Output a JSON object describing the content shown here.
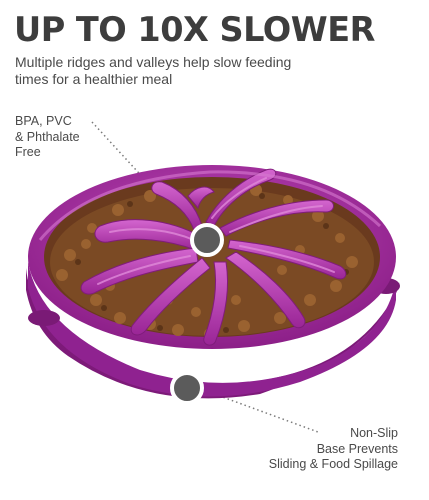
{
  "headline": "UP TO 10X SLOWER",
  "subtitle": "Multiple ridges and valleys help slow feeding times for a healthier meal",
  "callouts": {
    "material": "BPA, PVC\n& Phthalate\nFree",
    "base": "Non-Slip\nBase Prevents\nSliding & Food Spillage"
  },
  "colors": {
    "bowl": "#a0269b",
    "bowl_light": "#c24bbd",
    "bowl_dark": "#74186f",
    "kibble": "#7a4a25",
    "marker": "#5b5b5b",
    "text": "#4a4a4a"
  }
}
